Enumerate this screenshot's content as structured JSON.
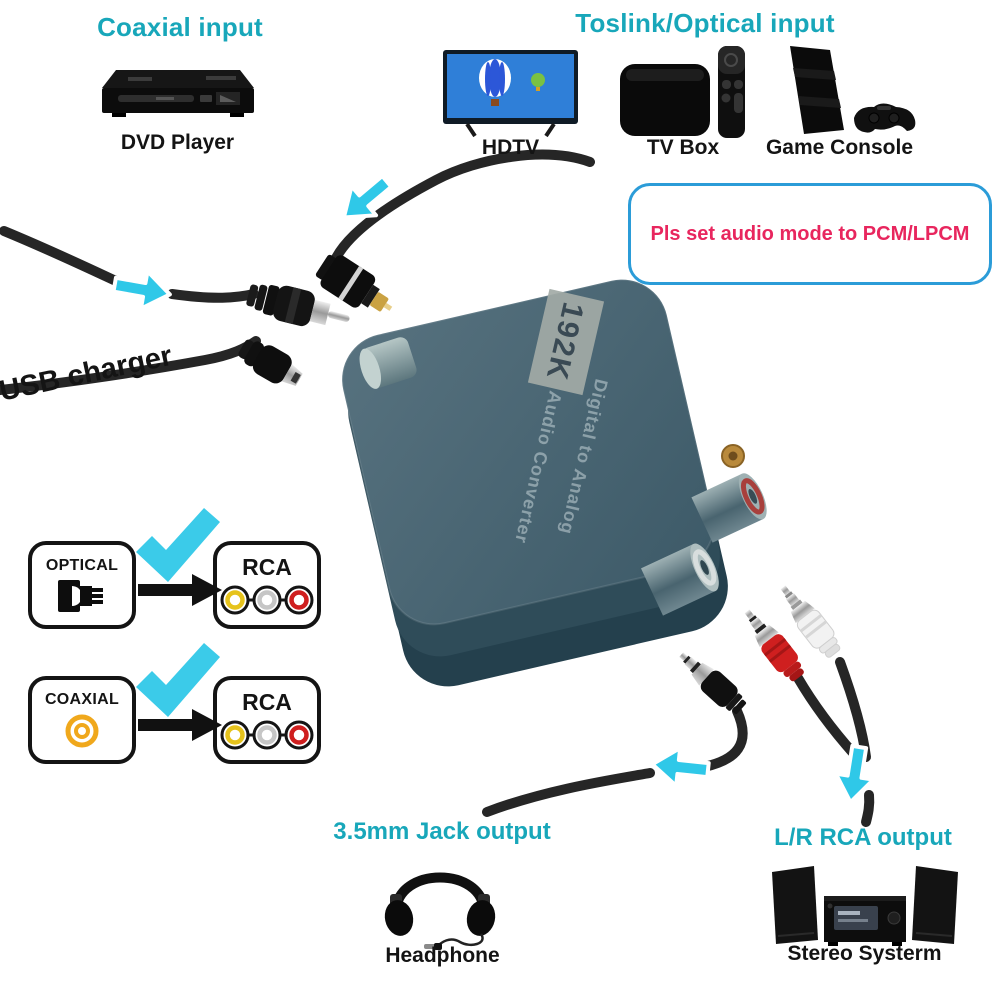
{
  "sections": {
    "coaxial_input": {
      "title": "Coaxial input",
      "device_label": "DVD Player"
    },
    "optical_input": {
      "title": "Toslink/Optical input",
      "hdtv_label": "HDTV",
      "tvbox_label": "TV Box",
      "console_label": "Game Console"
    },
    "note": {
      "text": "Pls set audio mode to PCM/LPCM"
    },
    "usb": {
      "label": "USB charger"
    },
    "jack_output": {
      "title": "3.5mm Jack output",
      "device_label": "Headphone"
    },
    "rca_output": {
      "title": "L/R RCA output",
      "device_label": "Stereo Systerm"
    }
  },
  "converter": {
    "badge": "192K",
    "line1": "Digital to Analog",
    "line2": "Audio Converter"
  },
  "mapping": {
    "optical": {
      "from": "OPTICAL",
      "to": "RCA"
    },
    "coaxial": {
      "from": "COAXIAL",
      "to": "RCA"
    }
  },
  "colors": {
    "heading_teal": "#18a7ba",
    "arrow_cyan": "#2fc8e8",
    "note_border_blue": "#2b9cd8",
    "note_text_pink": "#e8265e",
    "device_body": "#46606e",
    "rca_yellow": "#e6c31c",
    "rca_white": "#c6c6c6",
    "rca_red": "#cf1f1f",
    "coax_ring_orange": "#f0a81c",
    "cable_black": "#262626"
  }
}
